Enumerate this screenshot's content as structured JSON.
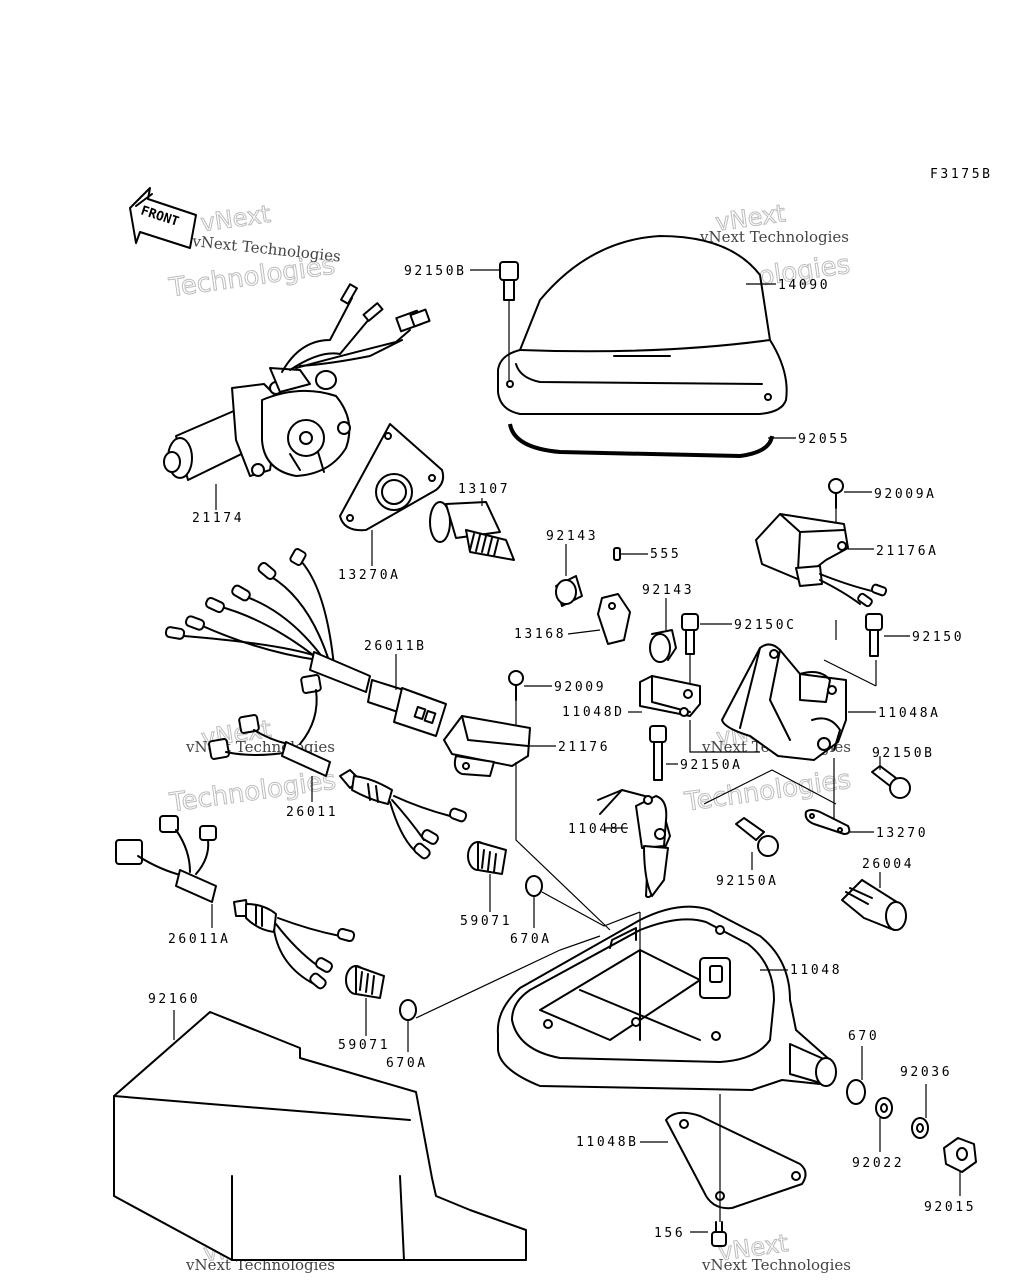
{
  "diagram": {
    "code": "F3175B",
    "front_label": "FRONT",
    "watermark": {
      "line1": "vNext",
      "line2": "Technologies",
      "small": "vNext Technologies"
    },
    "labels": {
      "p92150B_top": "92150B",
      "p14090": "14090",
      "p92055": "92055",
      "p21174": "21174",
      "p13107": "13107",
      "p13270A": "13270A",
      "p92143_a": "92143",
      "p555": "555",
      "p92009A": "92009A",
      "p21176A": "21176A",
      "p92143_b": "92143",
      "p13168": "13168",
      "p92150C": "92150C",
      "p92150": "92150",
      "p26011B": "26011B",
      "p92009": "92009",
      "p11048D": "11048D",
      "p11048A": "11048A",
      "p21176": "21176",
      "p92150A_mid": "92150A",
      "p92150B_right": "92150B",
      "p26011": "26011",
      "p11048C": "11048C",
      "p13270": "13270",
      "p92150A_low": "92150A",
      "p26004": "26004",
      "p59071_a": "59071",
      "p670A_a": "670A",
      "p26011A": "26011A",
      "p11048": "11048",
      "p92160": "92160",
      "p59071_b": "59071",
      "p670A_b": "670A",
      "p670": "670",
      "p92036": "92036",
      "p11048B": "11048B",
      "p92022": "92022",
      "p92015": "92015",
      "p156": "156"
    }
  }
}
